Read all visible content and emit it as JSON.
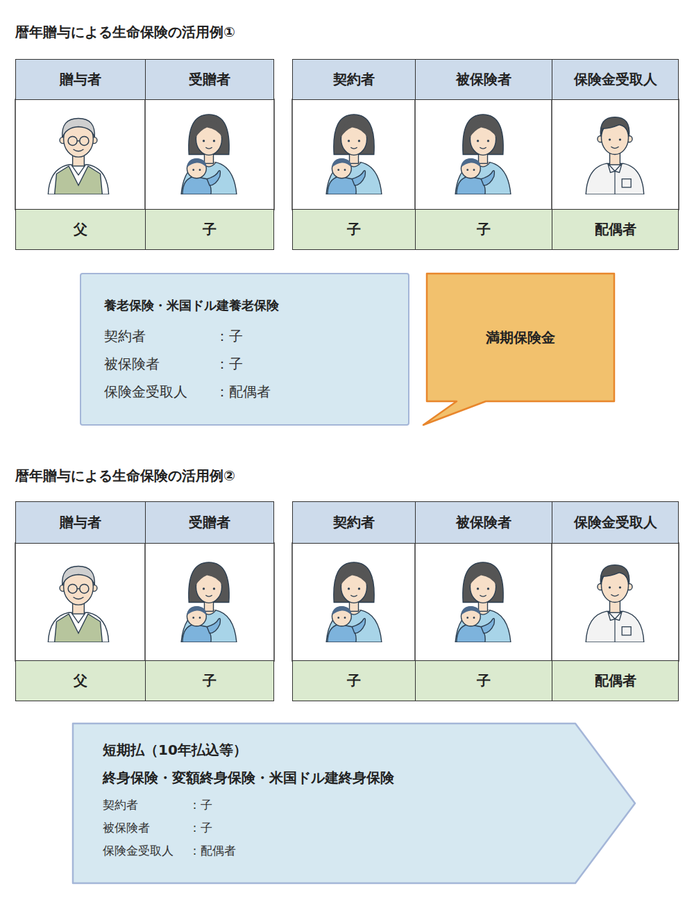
{
  "diagram": {
    "nodes": [
      {
        "text": [
          "贈与者"
        ]
      },
      {
        "text": [
          "受贈者"
        ]
      },
      {
        "text": [
          "契約者"
        ]
      },
      {
        "text": [
          "被保険者"
        ]
      },
      {
        "text": [
          "保険金受取人"
        ]
      },
      {
        "text": [
          "父"
        ]
      },
      {
        "text": [
          "子"
        ]
      },
      {
        "text": [
          "子"
        ]
      },
      {
        "text": [
          "子"
        ]
      },
      {
        "text": [
          "配偶者"
        ]
      },
      {
        "text": [
          "養老保険・米国ドル建養老保険",
          "契約者",
          "：子",
          "被保険者",
          "：子",
          "保険金受取人",
          "：配偶者"
        ]
      },
      {
        "text": [
          "満期保険金"
        ]
      },
      {
        "text": [
          "贈与者"
        ]
      },
      {
        "text": [
          "受贈者"
        ]
      },
      {
        "text": [
          "契約者"
        ]
      },
      {
        "text": [
          "被保険者"
        ]
      },
      {
        "text": [
          "保険金受取人"
        ]
      },
      {
        "text": [
          "父"
        ]
      },
      {
        "text": [
          "子"
        ]
      },
      {
        "text": [
          "子"
        ]
      },
      {
        "text": [
          "子"
        ]
      },
      {
        "text": [
          "配偶者"
        ]
      },
      {
        "text": [
          "短期払（10年払込等）",
          "終身保険・変額終身保険・米国ドル建終身保険",
          "契約者",
          "：子",
          "被保険者",
          "：子",
          "保険金受取人",
          "：配偶者"
        ]
      }
    ],
    "labels": [
      "暦年贈与による生命保険の活用例①",
      "暦年贈与による生命保険の活用例②"
    ]
  }
}
